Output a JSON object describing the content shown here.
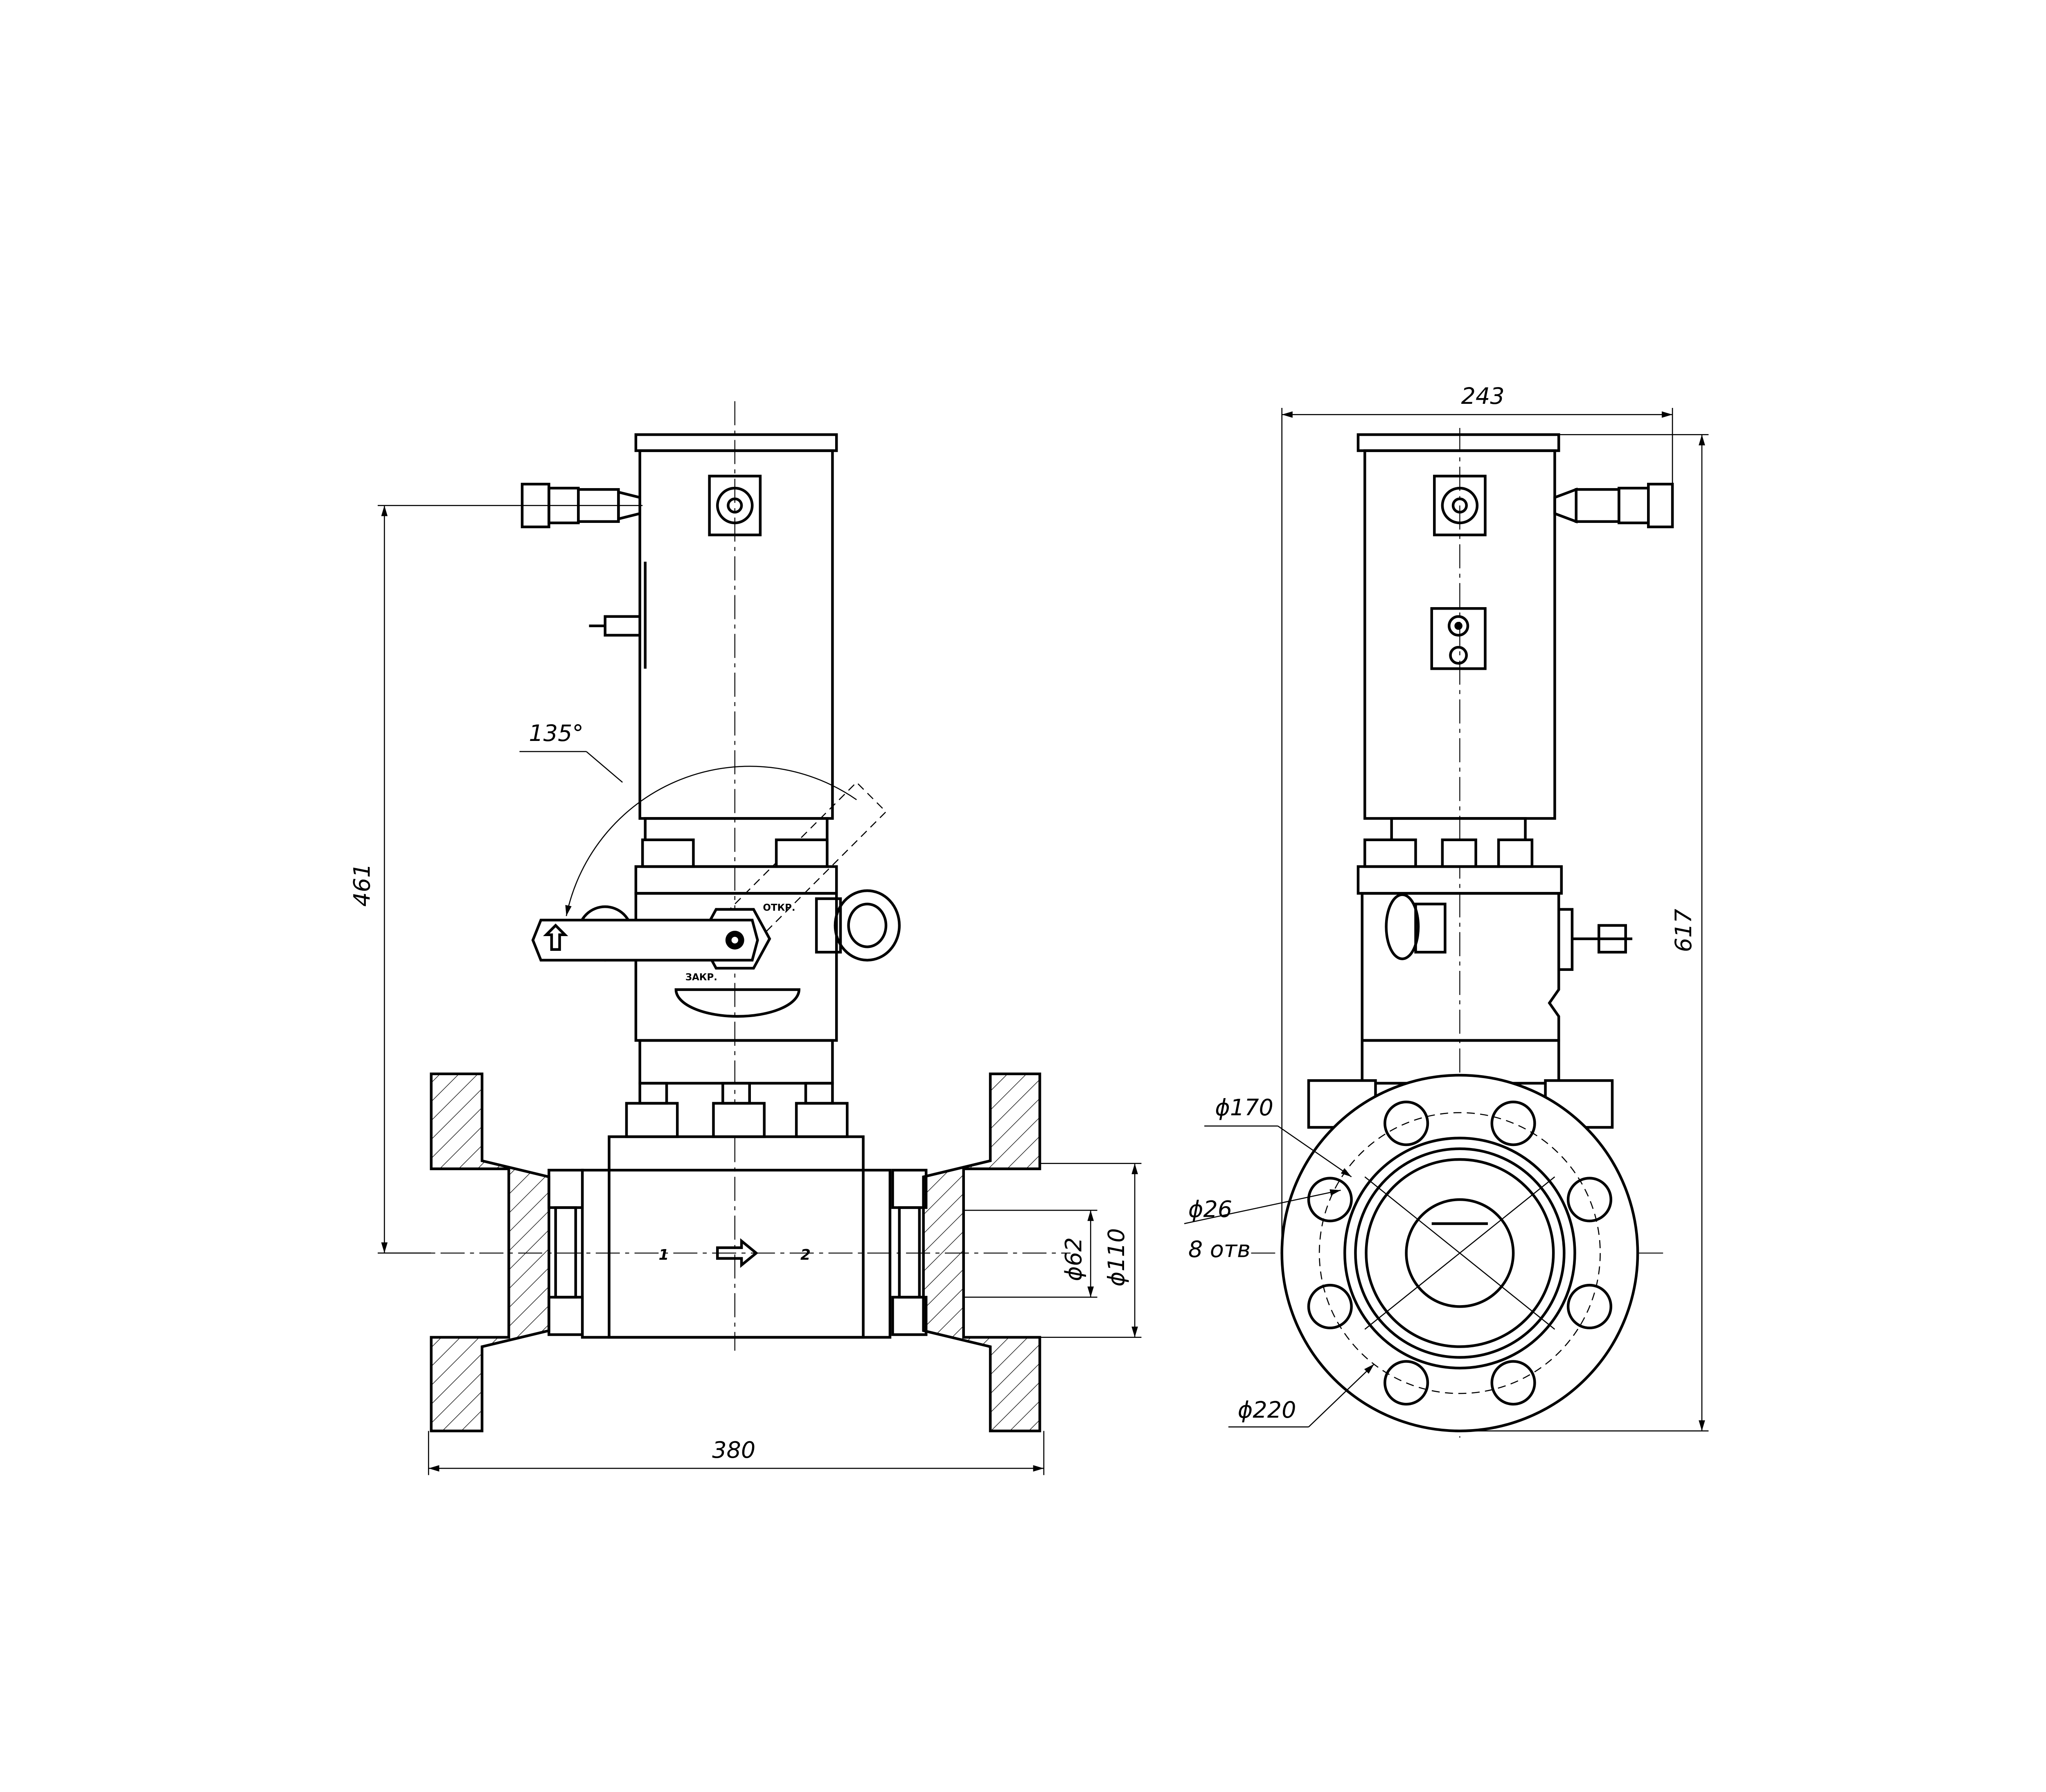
{
  "drawing": {
    "left_view": {
      "angle_label": "135°",
      "height_label": "461",
      "length_label": "380",
      "inner_bore_label": "ϕ62",
      "outer_bore_label": "ϕ110",
      "open_label": "ОТКР.",
      "closed_label": "ЗАКР.",
      "inlet_label": "1",
      "outlet_label": "2"
    },
    "right_view": {
      "width_label": "243",
      "total_height_label": "617",
      "bolt_circle_label": "ϕ170",
      "hole_label": "ϕ26",
      "hole_count_label": "8 отв",
      "flange_label": "ϕ220"
    },
    "colors": {
      "line": "#000000",
      "background": "#ffffff"
    }
  }
}
